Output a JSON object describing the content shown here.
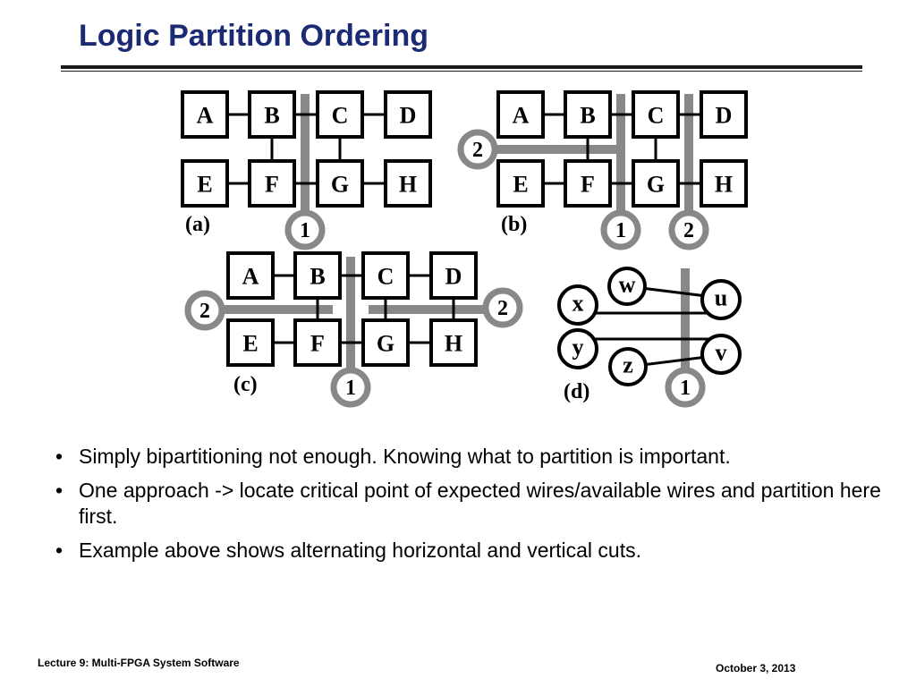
{
  "slide": {
    "title": "Logic Partition Ordering",
    "bullets": [
      "Simply bipartitioning not enough. Knowing what to partition is important.",
      "One approach -> locate critical point of expected wires/available wires and partition here first.",
      "Example above shows alternating horizontal and vertical cuts."
    ],
    "bullet_glyph": "•",
    "footer_left": "Lecture 9: Multi-FPGA System Software",
    "footer_right": "October 3, 2013"
  },
  "diagrams": {
    "a": {
      "caption": "(a)",
      "grid": [
        [
          "A",
          "B",
          "C",
          "D"
        ],
        [
          "E",
          "F",
          "G",
          "H"
        ]
      ],
      "cuts": [
        "1"
      ]
    },
    "b": {
      "caption": "(b)",
      "grid": [
        [
          "A",
          "B",
          "C",
          "D"
        ],
        [
          "E",
          "F",
          "G",
          "H"
        ]
      ],
      "cuts": [
        "1",
        "2",
        "2"
      ]
    },
    "c": {
      "caption": "(c)",
      "grid": [
        [
          "A",
          "B",
          "C",
          "D"
        ],
        [
          "E",
          "F",
          "G",
          "H"
        ]
      ],
      "cuts": [
        "1",
        "2",
        "2"
      ]
    },
    "d": {
      "caption": "(d)",
      "nodes": [
        "w",
        "u",
        "x",
        "y",
        "v",
        "z"
      ],
      "cuts": [
        "1"
      ]
    }
  },
  "colors": {
    "title": "#1c2a73",
    "cut_line": "#888888",
    "box_stroke": "#000000"
  }
}
